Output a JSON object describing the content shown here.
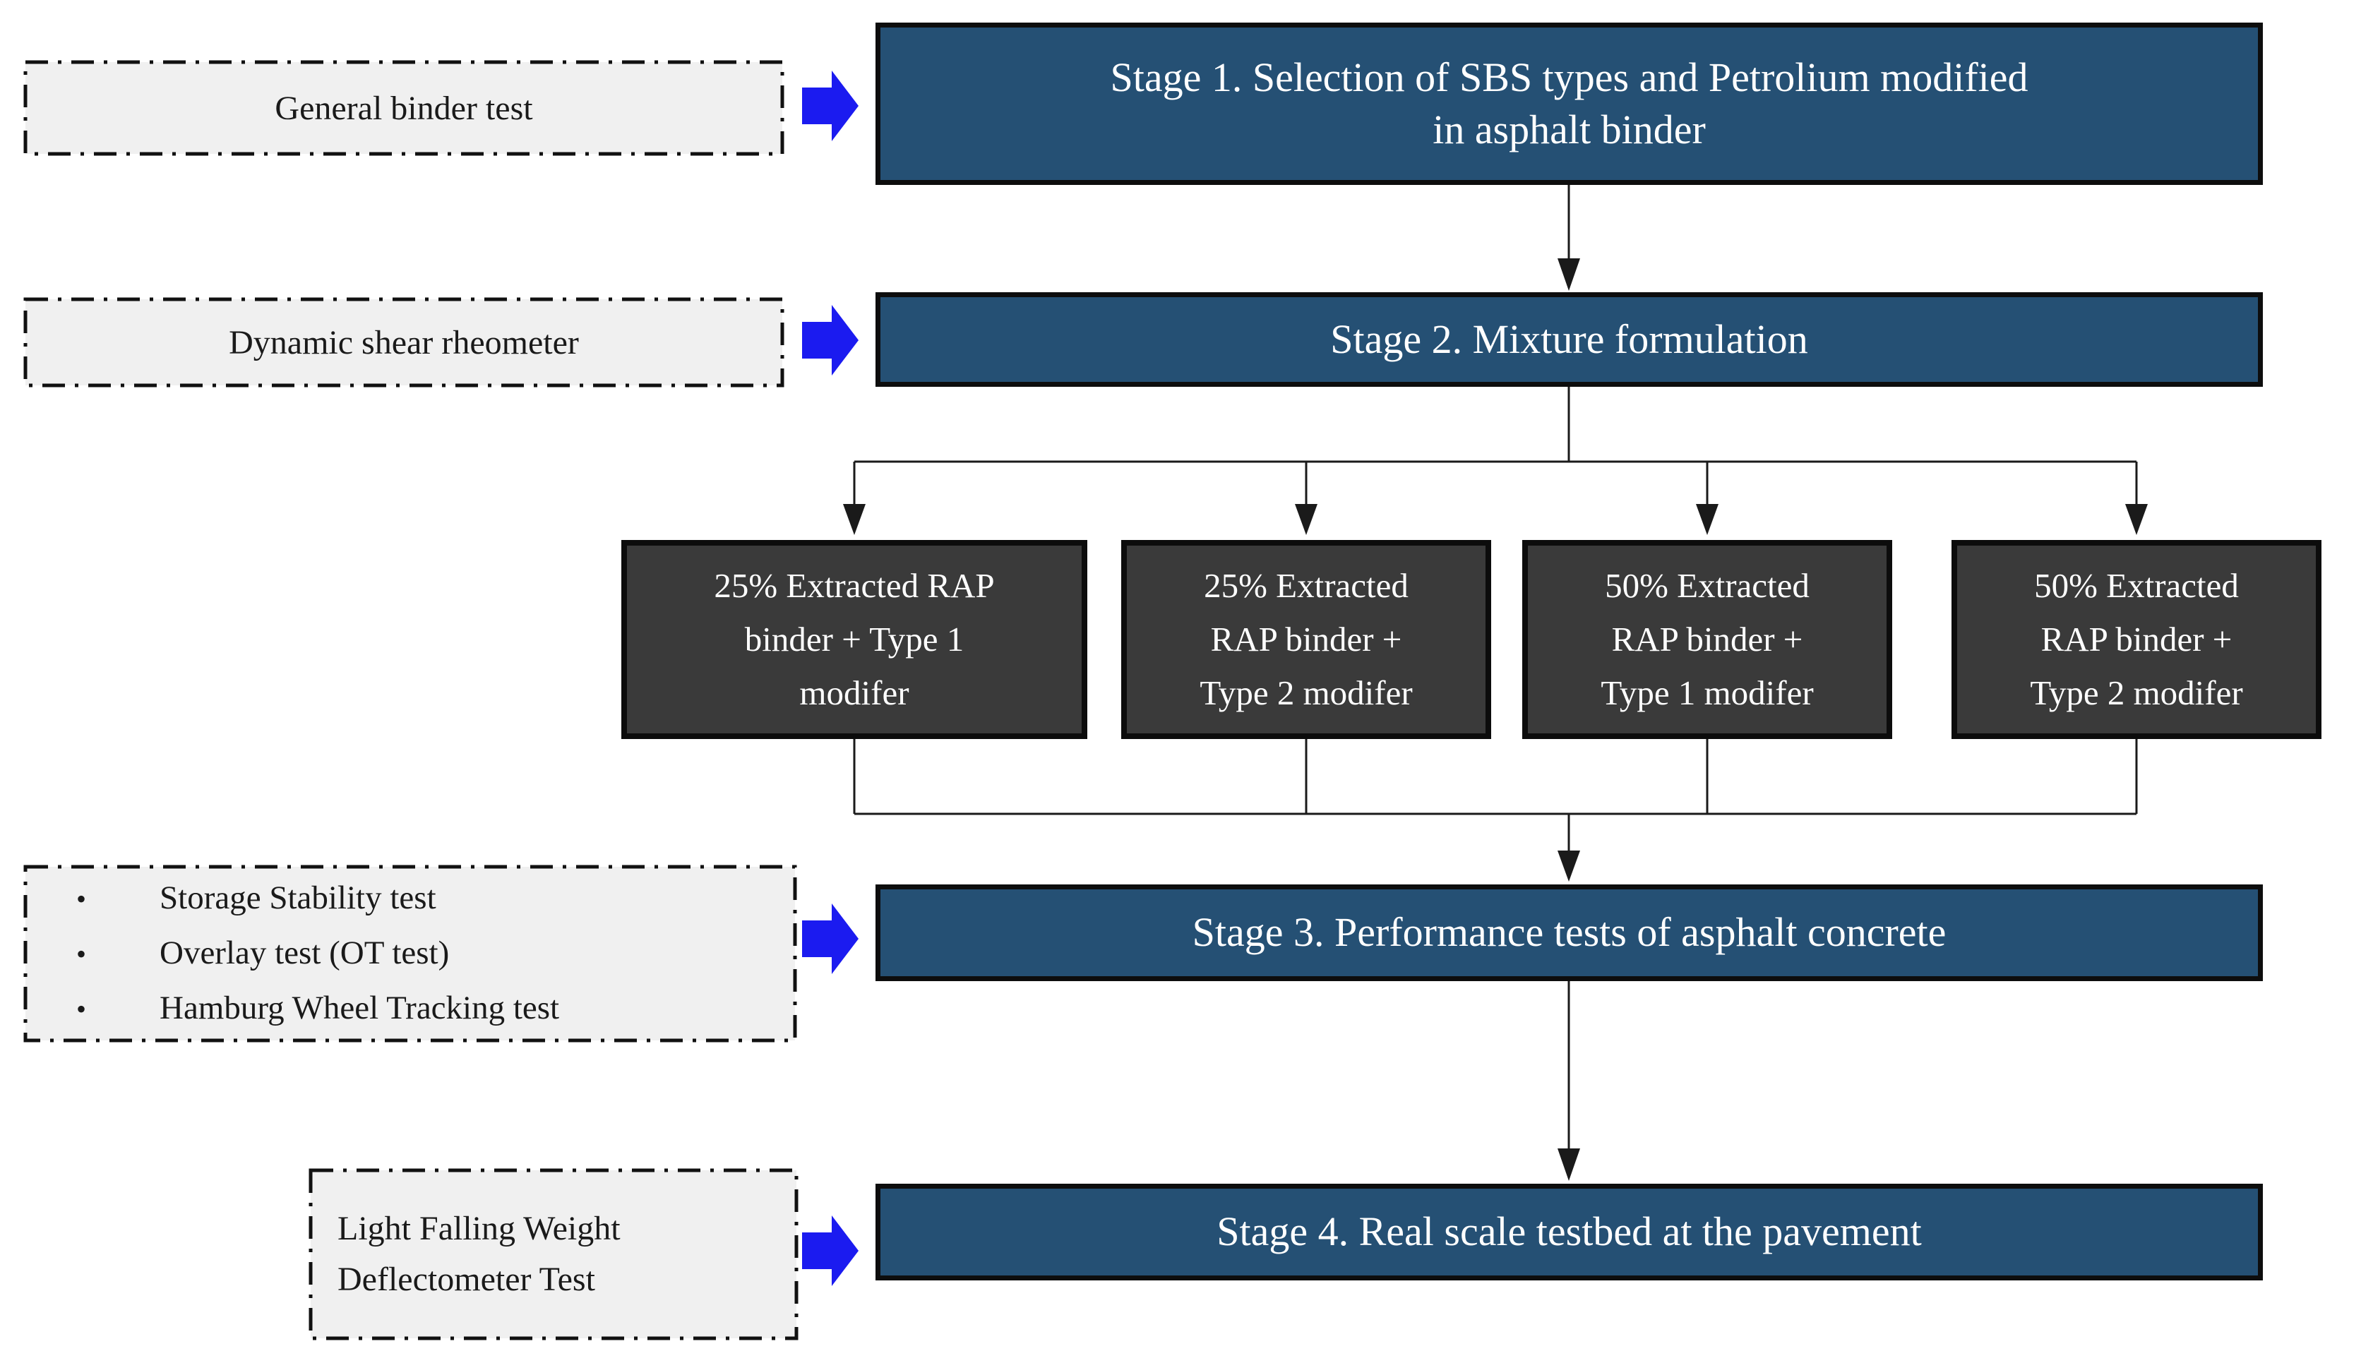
{
  "figure": {
    "type": "flowchart",
    "colors": {
      "stage_fill": "#255074",
      "stage_text": "#ffffff",
      "branch_fill": "#3a3a3a",
      "branch_text": "#ffffff",
      "label_fill": "#f0f0f0",
      "label_border": "#111111",
      "label_text": "#1a1a1a",
      "arrow_blue": "#1b1bf0",
      "connector": "#1a1a1a"
    },
    "stages": [
      {
        "id": "stage-1",
        "lines": [
          "Stage 1. Selection of SBS types and Petrolium modified",
          "in asphalt binder"
        ]
      },
      {
        "id": "stage-2",
        "lines": [
          "Stage 2. Mixture formulation"
        ]
      },
      {
        "id": "stage-3",
        "lines": [
          "Stage 3. Performance tests of asphalt concrete"
        ]
      },
      {
        "id": "stage-4",
        "lines": [
          "Stage 4. Real scale testbed at the pavement"
        ]
      }
    ],
    "branches": [
      {
        "lines": [
          "25% Extracted RAP",
          "binder + Type 1",
          "modifer"
        ]
      },
      {
        "lines": [
          "25% Extracted",
          "RAP binder +",
          "Type 2 modifer"
        ]
      },
      {
        "lines": [
          "50% Extracted",
          "RAP binder +",
          "Type 1 modifer"
        ]
      },
      {
        "lines": [
          "50% Extracted",
          "RAP binder +",
          "Type 2 modifer"
        ]
      }
    ],
    "side_labels": [
      {
        "text": "General binder test"
      },
      {
        "text": "Dynamic shear rheometer"
      },
      {
        "bullet": "•",
        "items": [
          "Storage Stability test",
          "Overlay test (OT test)",
          "Hamburg Wheel Tracking test"
        ]
      },
      {
        "lines": [
          "Light Falling Weight",
          "Deflectometer Test"
        ]
      }
    ]
  }
}
